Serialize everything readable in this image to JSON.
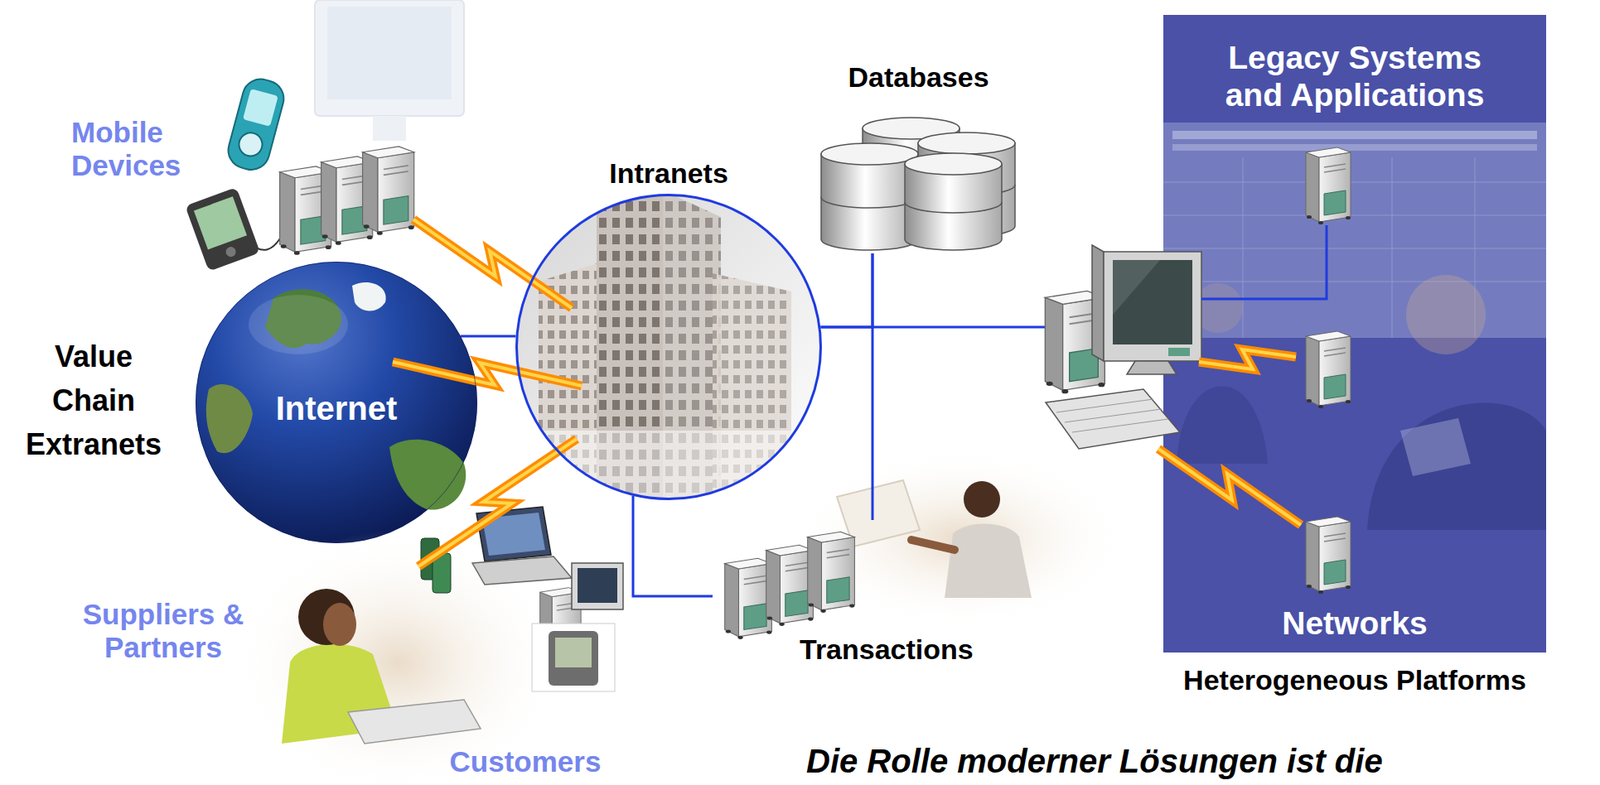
{
  "diagram": {
    "caption": "Die Rolle moderner Lösungen ist die",
    "nodes": [
      {
        "text": [
          "Internet"
        ]
      },
      {
        "text": [
          "Intranets"
        ]
      },
      {
        "text": [
          "Databases"
        ]
      },
      {
        "text": [
          "Legacy Systems and Applications",
          "Networks",
          "Heterogeneous Platforms"
        ]
      },
      {
        "text": [
          "Transactions"
        ]
      }
    ],
    "edges": [
      {
        "from": 0,
        "to": 1,
        "arrow": "none"
      },
      {
        "from": 1,
        "to": 2,
        "arrow": "none"
      },
      {
        "from": 1,
        "to": 3,
        "arrow": "none"
      },
      {
        "from": 2,
        "to": 4,
        "arrow": "none"
      },
      {
        "from": 1,
        "to": 4,
        "arrow": "none"
      }
    ],
    "labels": [
      "Mobile Devices",
      "Value Chain Extranets",
      "Suppliers & Partners",
      "Customers"
    ]
  }
}
